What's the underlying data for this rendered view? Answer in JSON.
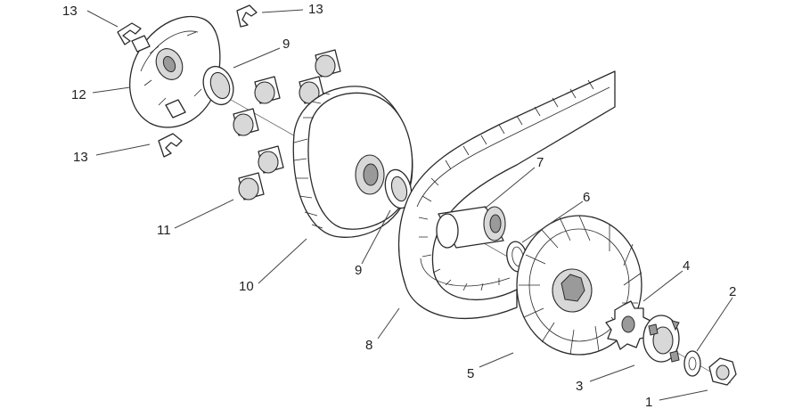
{
  "diagram": {
    "callouts": [
      {
        "id": "c1",
        "text": "1"
      },
      {
        "id": "c2",
        "text": "2"
      },
      {
        "id": "c3",
        "text": "3"
      },
      {
        "id": "c4",
        "text": "4"
      },
      {
        "id": "c5",
        "text": "5"
      },
      {
        "id": "c6",
        "text": "6"
      },
      {
        "id": "c7",
        "text": "7"
      },
      {
        "id": "c8",
        "text": "8"
      },
      {
        "id": "c9a",
        "text": "9"
      },
      {
        "id": "c9b",
        "text": "9"
      },
      {
        "id": "c10",
        "text": "10"
      },
      {
        "id": "c11",
        "text": "11"
      },
      {
        "id": "c12",
        "text": "12"
      },
      {
        "id": "c13a",
        "text": "13"
      },
      {
        "id": "c13b",
        "text": "13"
      },
      {
        "id": "c13c",
        "text": "13"
      }
    ]
  }
}
